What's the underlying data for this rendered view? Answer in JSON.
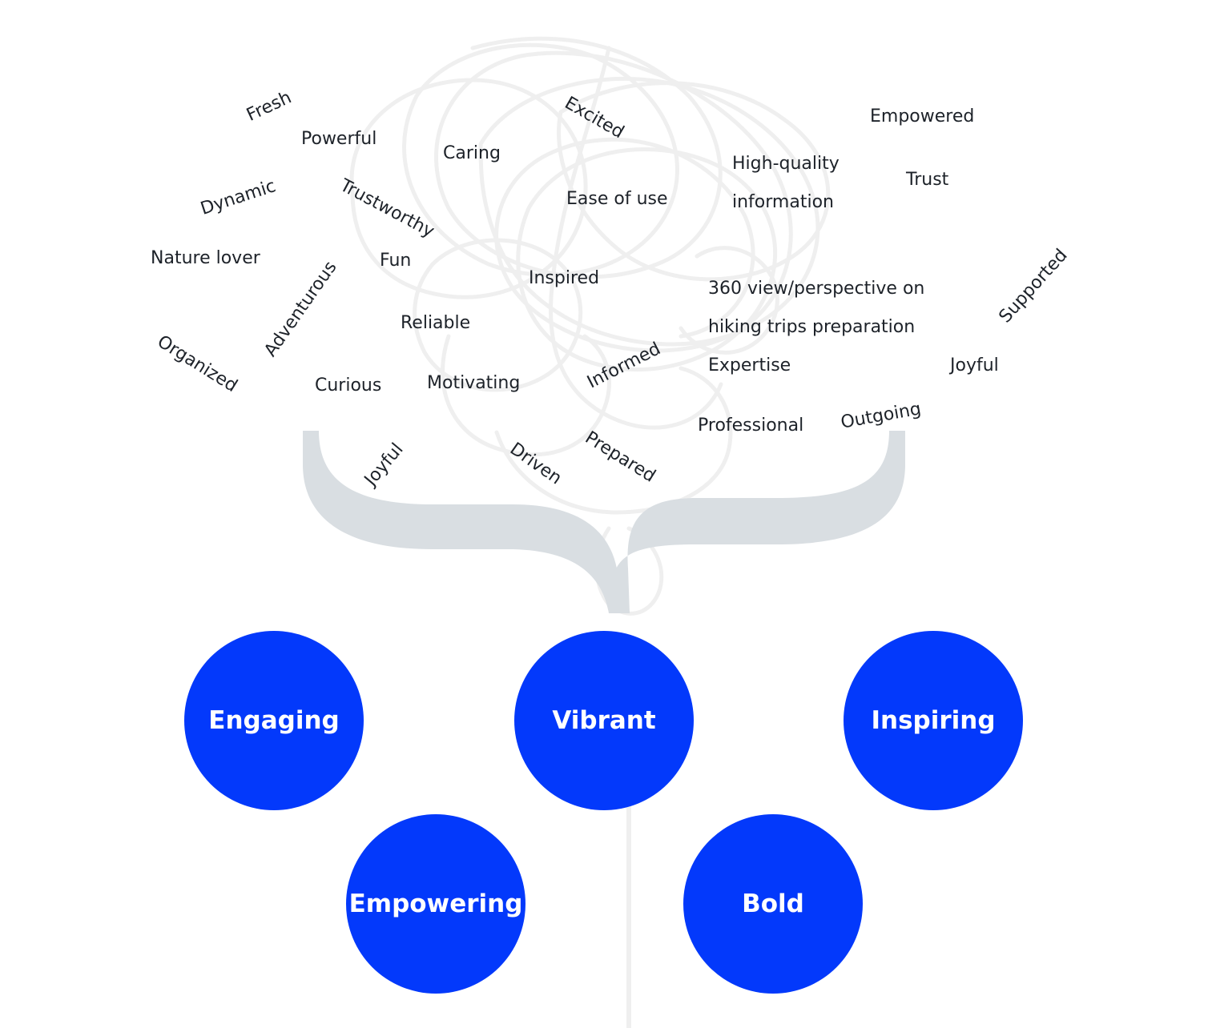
{
  "words": [
    {
      "name": "fresh",
      "text": "Fresh"
    },
    {
      "name": "powerful",
      "text": "Powerful"
    },
    {
      "name": "caring",
      "text": "Caring"
    },
    {
      "name": "excited",
      "text": "Excited"
    },
    {
      "name": "empowered",
      "text": "Empowered"
    },
    {
      "name": "dynamic",
      "text": "Dynamic"
    },
    {
      "name": "trustworthy",
      "text": "Trustworthy"
    },
    {
      "name": "high-quality",
      "text": "High-quality"
    },
    {
      "name": "trust",
      "text": "Trust"
    },
    {
      "name": "ease-of-use",
      "text": "Ease of use"
    },
    {
      "name": "information",
      "text": "information"
    },
    {
      "name": "nature-lover",
      "text": "Nature lover"
    },
    {
      "name": "fun",
      "text": "Fun"
    },
    {
      "name": "adventurous",
      "text": "Adventurous"
    },
    {
      "name": "inspired",
      "text": "Inspired"
    },
    {
      "name": "view-perspective",
      "text": "360 view/perspective on"
    },
    {
      "name": "supported",
      "text": "Supported"
    },
    {
      "name": "reliable",
      "text": "Reliable"
    },
    {
      "name": "hiking-trips",
      "text": "hiking trips preparation"
    },
    {
      "name": "organized",
      "text": "Organized"
    },
    {
      "name": "informed",
      "text": "Informed"
    },
    {
      "name": "expertise",
      "text": "Expertise"
    },
    {
      "name": "joyful-right",
      "text": "Joyful"
    },
    {
      "name": "curious",
      "text": "Curious"
    },
    {
      "name": "motivating",
      "text": "Motivating"
    },
    {
      "name": "outgoing",
      "text": "Outgoing"
    },
    {
      "name": "professional",
      "text": "Professional"
    },
    {
      "name": "joyful-left",
      "text": "Joyful"
    },
    {
      "name": "driven",
      "text": "Driven"
    },
    {
      "name": "prepared",
      "text": "Prepared"
    }
  ],
  "values": [
    {
      "name": "engaging",
      "text": "Engaging"
    },
    {
      "name": "vibrant",
      "text": "Vibrant"
    },
    {
      "name": "inspiring",
      "text": "Inspiring"
    },
    {
      "name": "empowering",
      "text": "Empowering"
    },
    {
      "name": "bold",
      "text": "Bold"
    }
  ],
  "colors": {
    "circle_fill": "#0339fb",
    "circle_text": "#ffffff",
    "word_text": "#1d2229",
    "brace": "#d9dee2",
    "scribble": "#efefef"
  }
}
